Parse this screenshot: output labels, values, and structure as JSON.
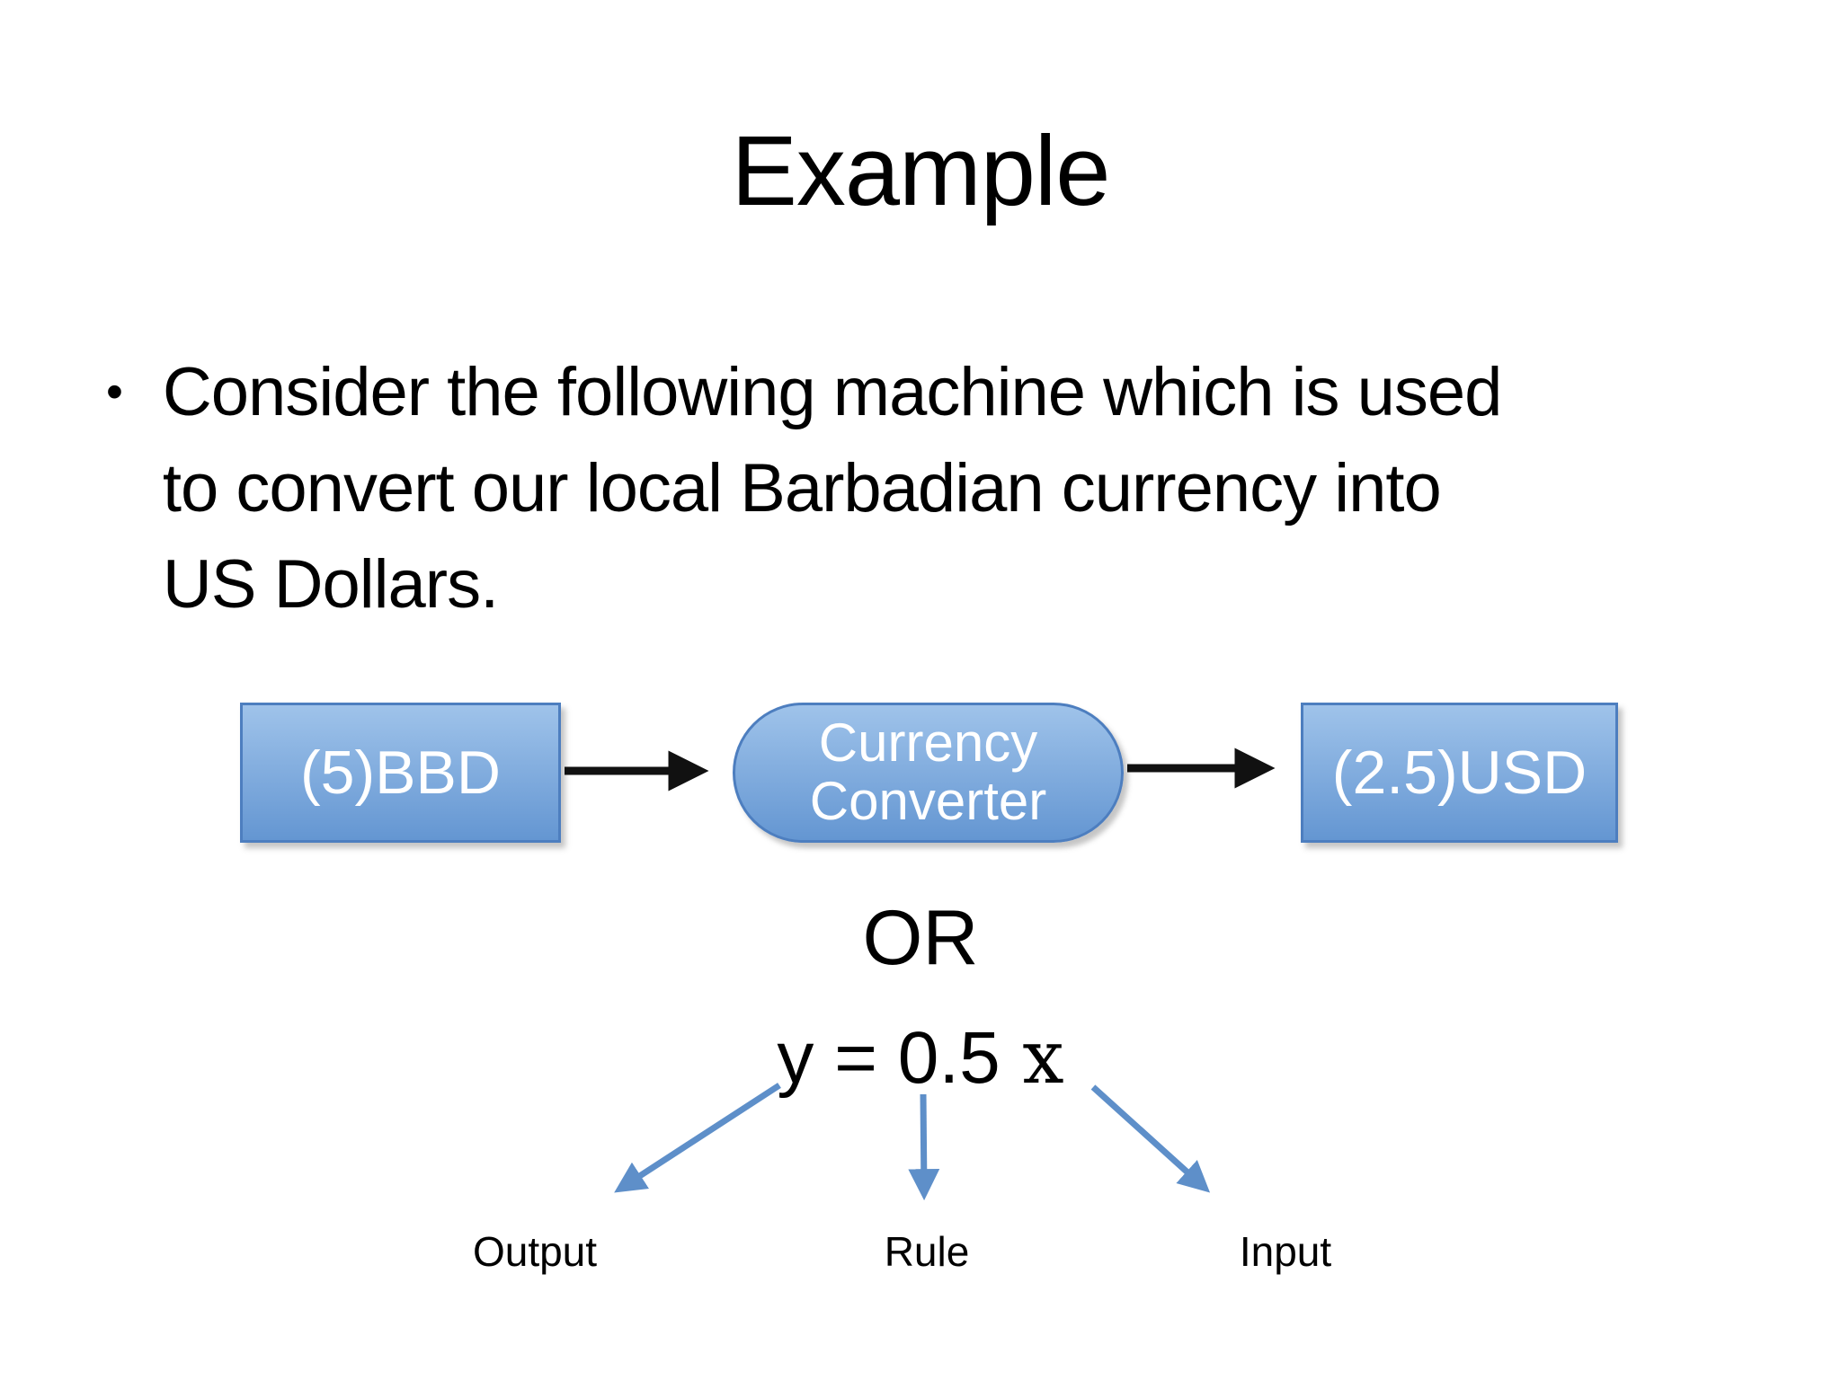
{
  "slide": {
    "title": "Example",
    "bullet": {
      "marker": "•",
      "lines": [
        "Consider the following machine which is used",
        "to convert our local Barbadian currency into",
        "US Dollars."
      ]
    },
    "machine_diagram": {
      "input_box": "(5)BBD",
      "converter_box": "Currency Converter",
      "output_box": "(2.5)USD"
    },
    "or_label": "OR",
    "equation": {
      "prefix": "y = 0.5",
      "variable": "x"
    },
    "annotations": {
      "output": "Output",
      "rule": "Rule",
      "input": "Input"
    }
  },
  "colors": {
    "background": "#ffffff",
    "text": "#000000",
    "box_fill_top": "#9fc3ea",
    "box_fill_bottom": "#6496d2",
    "box_border": "#4d7ebf",
    "box_text": "#ffffff",
    "connector_black": "#111111",
    "annotation_arrow_blue": "#5e8fc9"
  }
}
